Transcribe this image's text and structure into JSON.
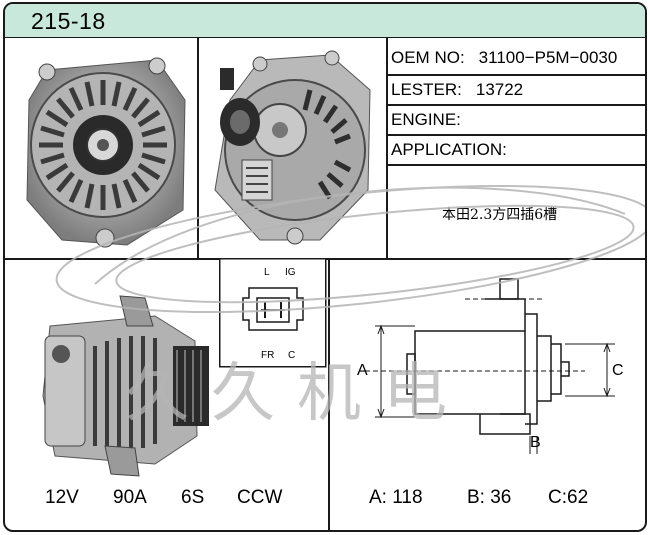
{
  "header": {
    "part_number": "215-18"
  },
  "specs_table": {
    "oem_no": {
      "label": "OEM NO:",
      "value": "31100−P5M−0030"
    },
    "lester": {
      "label": "LESTER:",
      "value": "13722"
    },
    "engine": {
      "label": "ENGINE:",
      "value": ""
    },
    "application": {
      "label": "APPLICATION:",
      "value": ""
    },
    "note": "本田2.3方四插6槽"
  },
  "connector": {
    "top_left": "L",
    "top_right": "IG",
    "bottom_left": "FR",
    "bottom_right": "C"
  },
  "specs": {
    "voltage": "12V",
    "amperage": "90A",
    "pulley": "6S",
    "rotation": "CCW"
  },
  "diagram": {
    "label_a": "A",
    "label_b": "B",
    "label_c": "C",
    "dim_a": "A: 118",
    "dim_b": "B: 36",
    "dim_c": "C:62"
  },
  "watermark": {
    "text": "久久机电"
  },
  "colors": {
    "header_bg": "#c9e8dc",
    "border": "#1a1a1a",
    "metal": "#9a9a9a",
    "watermark": "#b5b5b5"
  }
}
